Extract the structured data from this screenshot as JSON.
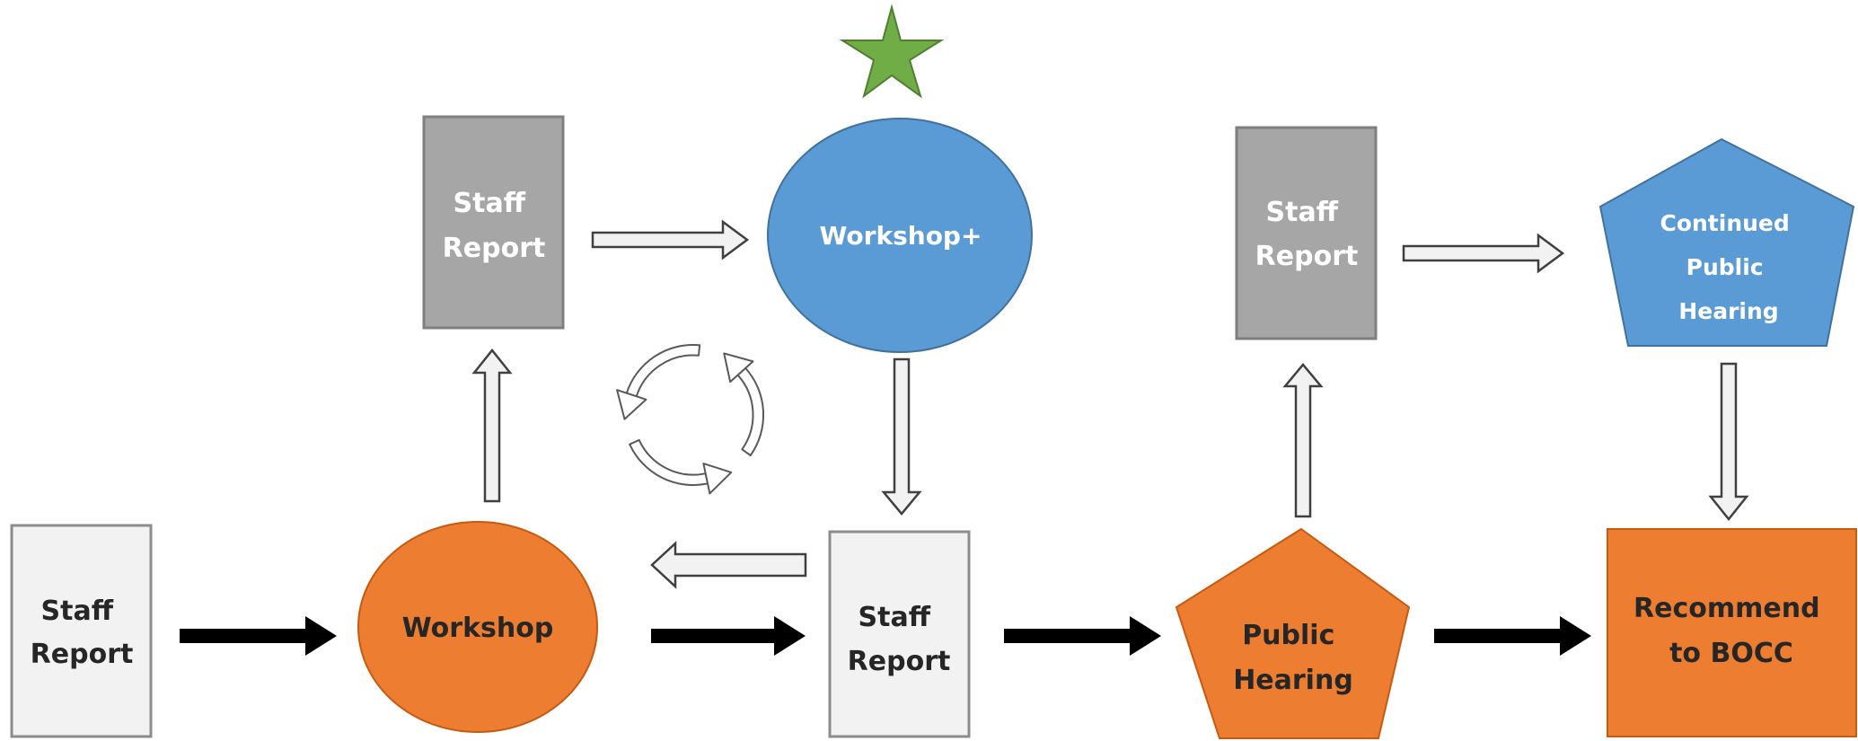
{
  "nodes": {
    "staff_report_start": {
      "lines": [
        "Staff",
        "Report"
      ]
    },
    "workshop": {
      "lines": [
        "Workshop"
      ]
    },
    "staff_report_upper": {
      "lines": [
        "Staff",
        "Report"
      ]
    },
    "workshop_plus": {
      "lines": [
        "Workshop+"
      ]
    },
    "staff_report_middle": {
      "lines": [
        "Staff",
        "Report"
      ]
    },
    "public_hearing": {
      "lines": [
        "Public",
        "Hearing"
      ]
    },
    "staff_report_right": {
      "lines": [
        "Staff",
        "Report"
      ]
    },
    "continued_public_hearing": {
      "lines": [
        "Continued",
        "Public",
        "Hearing"
      ]
    },
    "recommend_to_bocc": {
      "lines": [
        "Recommend",
        "to BOCC"
      ]
    }
  },
  "colors": {
    "orange": "#ED7D31",
    "blue": "#5B9BD5",
    "gray": "#A6A6A6",
    "light_gray": "#F2F2F2",
    "green_star": "#70AD47",
    "arrow_black": "#000000"
  },
  "icons": [
    "star-icon",
    "cycle-arrows-icon"
  ]
}
